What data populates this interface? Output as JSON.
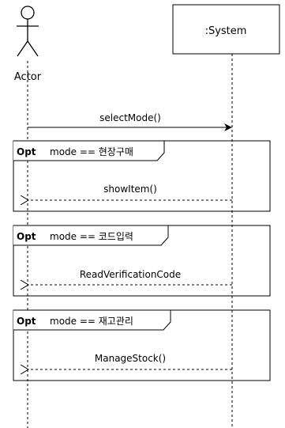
{
  "actor": {
    "label": "Actor"
  },
  "participant": {
    "label": ":System"
  },
  "messages": [
    {
      "label": "selectMode()",
      "kind": "sync"
    },
    {
      "label": "showItem()",
      "kind": "return"
    },
    {
      "label": "ReadVerificationCode",
      "kind": "return"
    },
    {
      "label": "ManageStock()",
      "kind": "return"
    }
  ],
  "fragments": [
    {
      "keyword": "Opt",
      "guard": "mode == 현장구매"
    },
    {
      "keyword": "Opt",
      "guard": "mode == 코드입력"
    },
    {
      "keyword": "Opt",
      "guard": "mode == 재고관리"
    }
  ]
}
